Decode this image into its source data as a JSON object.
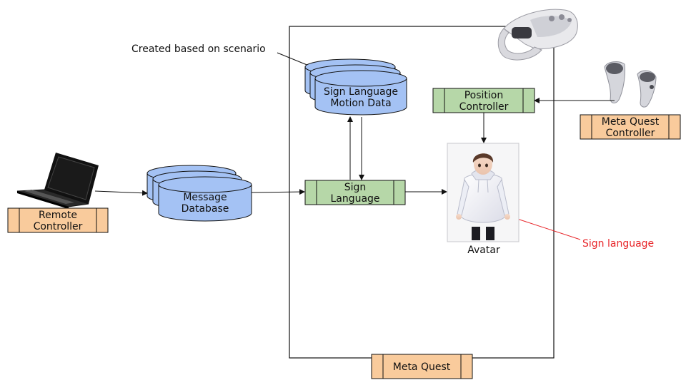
{
  "annotation": {
    "scenario_note": "Created based on scenario",
    "sign_note": "Sign language"
  },
  "nodes": {
    "motion_data": {
      "line1": "Sign Language",
      "line2": "Motion Data"
    },
    "message_db": {
      "line1": "Message",
      "line2": "Database"
    },
    "sign_language": {
      "line1": "Sign",
      "line2": "Language"
    },
    "position_controller": {
      "line1": "Position",
      "line2": "Controller"
    },
    "remote_controller": {
      "line1": "Remote",
      "line2": "Controller"
    },
    "quest_controller": {
      "line1": "Meta Quest",
      "line2": "Controller"
    },
    "meta_quest": {
      "label": "Meta Quest"
    },
    "avatar": {
      "label": "Avatar"
    }
  },
  "colors": {
    "database_fill": "#a4c2f4",
    "module_fill": "#b6d7a8",
    "device_fill": "#f9cb9c",
    "annotation_red": "#e8272b"
  }
}
